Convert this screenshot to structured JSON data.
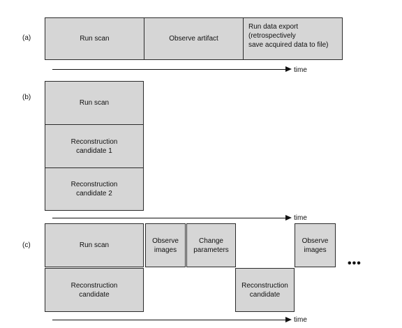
{
  "time_label": "time",
  "ellipsis": "•••",
  "panel_a": {
    "label": "(a)",
    "boxes": [
      "Run scan",
      "Observe artifact",
      "Run data export\n(retrospectively\nsave acquired data to file)"
    ]
  },
  "panel_b": {
    "label": "(b)",
    "boxes": [
      "Run scan",
      "Reconstruction\ncandidate 1",
      "Reconstruction\ncandidate 2"
    ]
  },
  "panel_c": {
    "label": "(c)",
    "boxes": [
      "Run scan",
      "Observe\nimages",
      "Change\nparameters",
      "Observe\nimages",
      "Reconstruction\ncandidate",
      "Reconstruction\ncandidate"
    ]
  }
}
